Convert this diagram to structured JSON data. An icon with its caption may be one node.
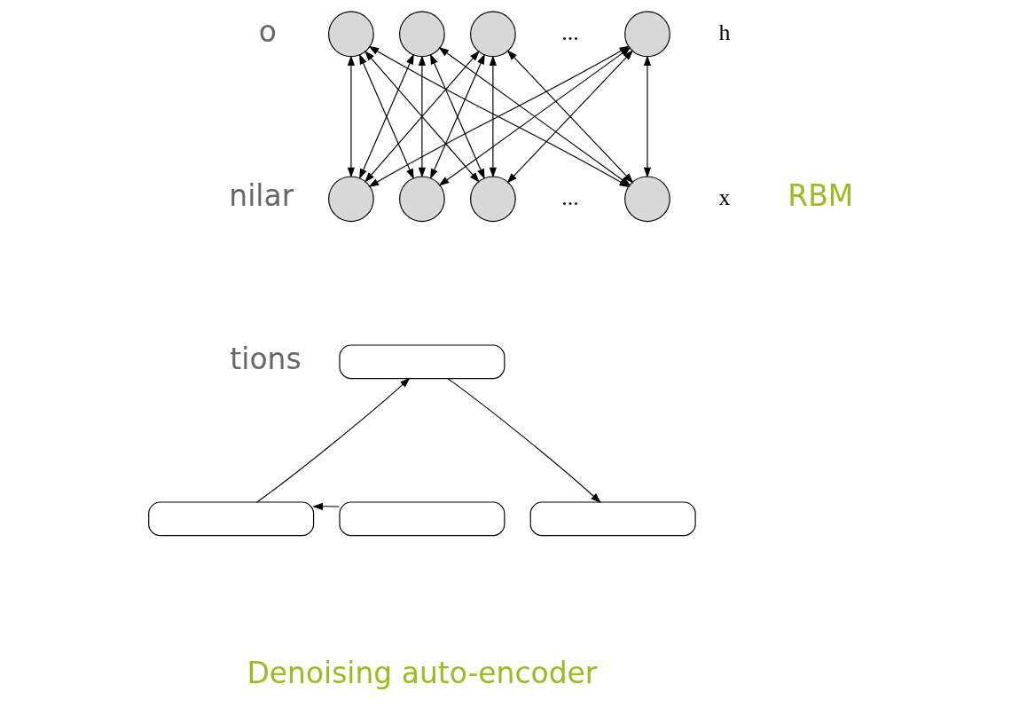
{
  "diagram": {
    "nodes": [
      {
        "text": [],
        "shape": "circle"
      },
      {
        "text": [],
        "shape": "circle"
      },
      {
        "text": [],
        "shape": "circle"
      },
      {
        "text": [],
        "shape": "circle"
      },
      {
        "text": [],
        "shape": "circle"
      },
      {
        "text": [],
        "shape": "circle"
      },
      {
        "text": [],
        "shape": "circle"
      },
      {
        "text": [],
        "shape": "circle"
      },
      {
        "text": [],
        "shape": "bar"
      },
      {
        "text": [],
        "shape": "bar"
      },
      {
        "text": [],
        "shape": "bar"
      },
      {
        "text": [],
        "shape": "bar"
      }
    ],
    "edges": [
      {
        "from": 0,
        "to": 4,
        "arrow": "both"
      },
      {
        "from": 0,
        "to": 5,
        "arrow": "both"
      },
      {
        "from": 0,
        "to": 6,
        "arrow": "both"
      },
      {
        "from": 0,
        "to": 7,
        "arrow": "both"
      },
      {
        "from": 1,
        "to": 4,
        "arrow": "both"
      },
      {
        "from": 1,
        "to": 5,
        "arrow": "both"
      },
      {
        "from": 1,
        "to": 6,
        "arrow": "both"
      },
      {
        "from": 1,
        "to": 7,
        "arrow": "both"
      },
      {
        "from": 2,
        "to": 4,
        "arrow": "both"
      },
      {
        "from": 2,
        "to": 5,
        "arrow": "both"
      },
      {
        "from": 2,
        "to": 6,
        "arrow": "both"
      },
      {
        "from": 2,
        "to": 7,
        "arrow": "both"
      },
      {
        "from": 3,
        "to": 4,
        "arrow": "both"
      },
      {
        "from": 3,
        "to": 5,
        "arrow": "both"
      },
      {
        "from": 3,
        "to": 6,
        "arrow": "both"
      },
      {
        "from": 3,
        "to": 7,
        "arrow": "both"
      },
      {
        "from": 9,
        "to": 8,
        "arrow": "to"
      },
      {
        "from": 8,
        "to": 11,
        "arrow": "to"
      },
      {
        "from": 10,
        "to": 9,
        "arrow": "to"
      }
    ],
    "labels": [
      "...",
      "h",
      "o",
      "RBM",
      "nilar",
      "...",
      "x",
      "tions",
      "Denoising auto-encoder"
    ]
  }
}
